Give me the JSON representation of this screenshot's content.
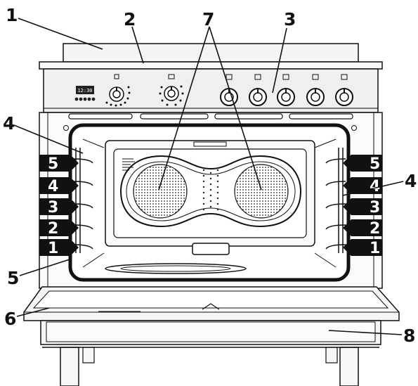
{
  "callouts": [
    "1",
    "2",
    "3",
    "4",
    "5",
    "6",
    "7",
    "8"
  ],
  "shelf_levels": [
    "5",
    "4",
    "3",
    "2",
    "1"
  ],
  "clock_display": "12:30",
  "colors": {
    "line": "#111111",
    "background": "#ffffff",
    "panel": "#efefef",
    "cavity_border": "#111111"
  },
  "icons": [
    "knob-icon",
    "fan-grille-icon",
    "shelf-rack-icon",
    "clock-display-icon"
  ]
}
